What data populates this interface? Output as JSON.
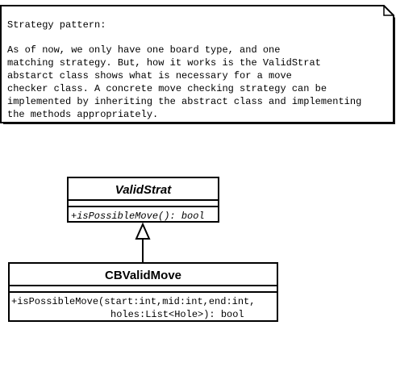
{
  "note": {
    "lines": [
      "Strategy pattern:",
      "",
      "As of now, we only have one board type, and one",
      "matching strategy. But, how it works is the ValidStrat",
      "abstarct class shows what is necessary for a move",
      "checker class. A concrete move checking strategy can be",
      "implemented by inheriting the abstract class and implementing",
      "the methods appropriately."
    ]
  },
  "classes": {
    "abstract": {
      "name": "ValidStrat",
      "method": "+isPossibleMove(): bool"
    },
    "concrete": {
      "name": "CBValidMove",
      "method_line1": "+isPossibleMove(start:int,mid:int,end:int,",
      "method_line2": "holes:List<Hole>): bool"
    }
  },
  "relation": {
    "type": "inheritance"
  }
}
